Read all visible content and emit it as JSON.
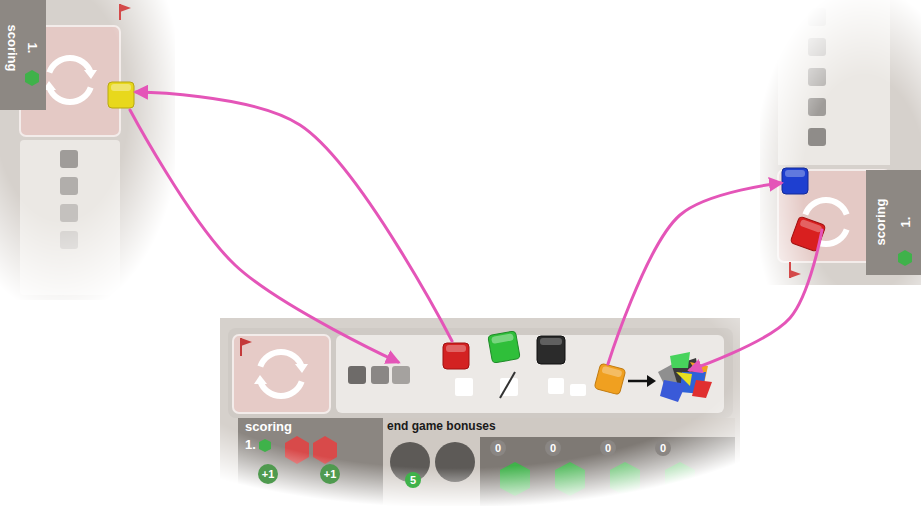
{
  "diagram": {
    "nodes": [
      {
        "text": [
          "scoring",
          "1."
        ]
      },
      {
        "text": [
          "scoring",
          "1."
        ]
      },
      {
        "text": [
          "scoring",
          "1.",
          "end game bonuses"
        ]
      }
    ],
    "edges": [
      {
        "from": 2,
        "to": 0,
        "arrow": "to"
      },
      {
        "from": 0,
        "to": 2,
        "arrow": "to"
      },
      {
        "from": 2,
        "to": 1,
        "arrow": "to"
      },
      {
        "from": 1,
        "to": 2,
        "arrow": "to"
      }
    ],
    "labels": [
      "5",
      "0",
      "0",
      "0",
      "0",
      "+1",
      "+1"
    ]
  }
}
